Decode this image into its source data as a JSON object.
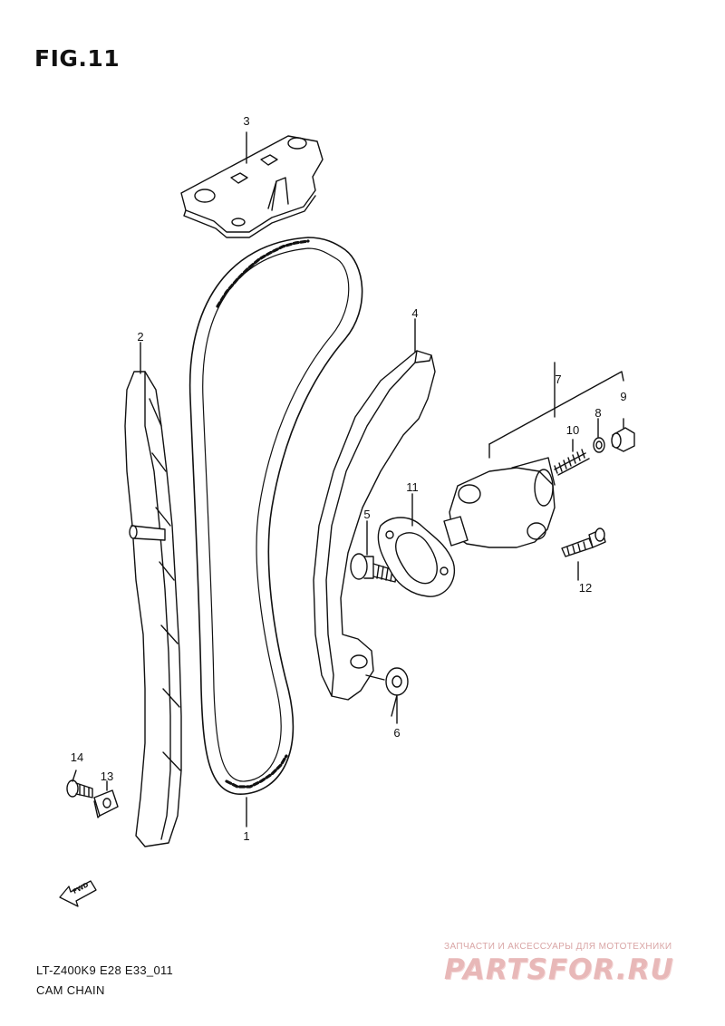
{
  "figure": {
    "title": "FIG.11",
    "model_code": "LT-Z400K9 E28 E33_011",
    "caption": "CAM CHAIN"
  },
  "callouts": [
    "1",
    "2",
    "3",
    "4",
    "5",
    "6",
    "7",
    "8",
    "9",
    "10",
    "11",
    "12",
    "13",
    "14"
  ],
  "direction_arrow": {
    "label": "FWD"
  },
  "watermark": {
    "tagline": "ЗАПЧАСТИ И АКСЕССУАРЫ ДЛЯ МОТОТЕХНИКИ",
    "logo": "PARTSFOR.RU"
  },
  "colors": {
    "line": "#111111",
    "watermark": "#e8b8b8"
  }
}
